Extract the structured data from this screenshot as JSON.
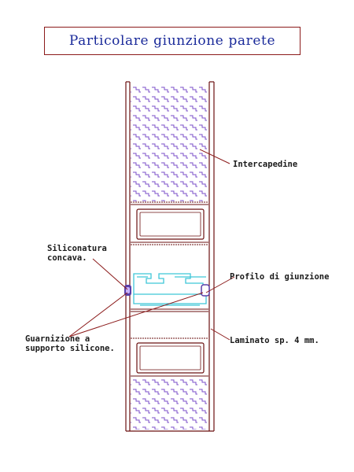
{
  "title": "Particolare giunzione parete",
  "labels": {
    "intercapedine": "Intercapedine",
    "siliconatura_1": "Siliconatura",
    "siliconatura_2": "concava.",
    "profilo": "Profilo di giunzione",
    "guarnizione_1": "Guarnizione a",
    "guarnizione_2": "supporto silicone.",
    "laminato": "Laminato sp. 4 mm."
  },
  "colors": {
    "title_border": "#8b1a1a",
    "title_text": "#1a2a9a",
    "panel_outline": "#6b1010",
    "insulation_hatch": "#7b4fc9",
    "joint_profile": "#3fc6d8",
    "gasket": "#5a3fa8",
    "leader_line": "#8b1a1a"
  }
}
